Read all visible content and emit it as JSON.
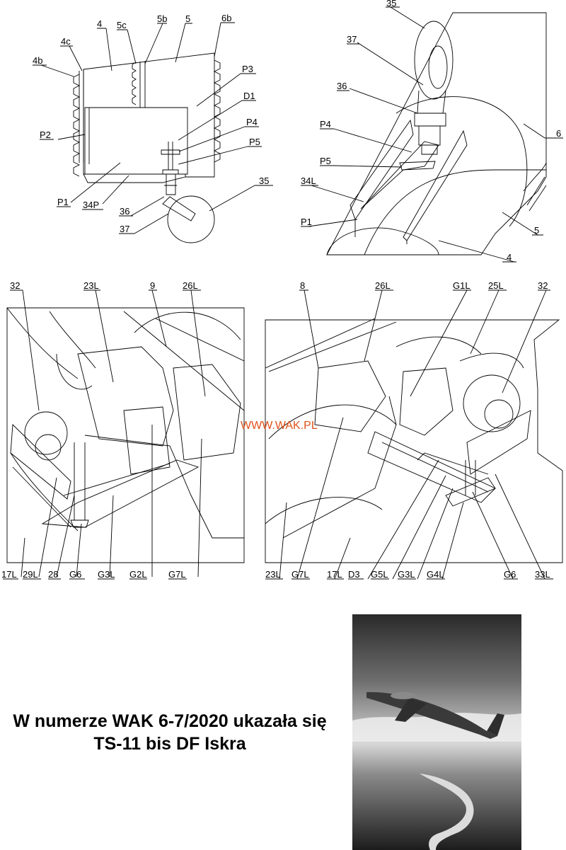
{
  "panels": {
    "top_left": {
      "labels": [
        "4",
        "5c",
        "5b",
        "5",
        "6b",
        "4c",
        "4b",
        "P3",
        "D1",
        "P4",
        "P5",
        "P2",
        "35",
        "P1",
        "34P",
        "36",
        "37"
      ]
    },
    "top_right": {
      "labels": [
        "35",
        "37",
        "36",
        "P4",
        "P5",
        "34L",
        "P1",
        "6",
        "5",
        "4"
      ]
    },
    "mid_left": {
      "labels": [
        "32",
        "23L",
        "9",
        "26L",
        "17L",
        "29L",
        "28",
        "G6",
        "G3L",
        "G2L",
        "G7L"
      ]
    },
    "mid_right": {
      "labels": [
        "8",
        "26L",
        "G1L",
        "25L",
        "32",
        "23L",
        "G7L",
        "17L",
        "D3",
        "G5L",
        "G3L",
        "G4L",
        "G6",
        "33L"
      ]
    }
  },
  "watermark": "WWW.WAK.PL",
  "announcement": {
    "line1": "W numerze WAK 6-7/2020 ukazała się",
    "line2": "TS-11 bis DF Iskra"
  },
  "colors": {
    "line": "#000000",
    "watermark": "#e0521a"
  }
}
